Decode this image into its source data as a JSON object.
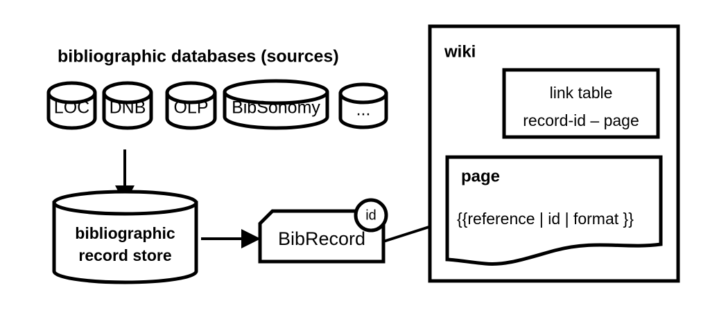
{
  "diagram": {
    "title": "bibliographic databases (sources)",
    "sources": [
      {
        "label": "LOC",
        "icon": "database-cylinder-icon"
      },
      {
        "label": "DNB",
        "icon": "database-cylinder-icon"
      },
      {
        "label": "OLP",
        "icon": "database-cylinder-icon"
      },
      {
        "label": "BibSonomy",
        "icon": "database-cylinder-icon"
      },
      {
        "label": "...",
        "icon": "database-cylinder-icon"
      }
    ],
    "store": {
      "line1": "bibliographic",
      "line2": "record store"
    },
    "bibrecord": {
      "label": "BibRecord",
      "id_badge": "id"
    },
    "wiki": {
      "label": "wiki",
      "link_table": {
        "title": "link table",
        "mapping": "record-id – page"
      },
      "page": {
        "label": "page",
        "template": "{{reference | id | format }}"
      }
    },
    "colors": {
      "stroke": "#000000",
      "fill": "#ffffff",
      "text": "#000000"
    }
  }
}
